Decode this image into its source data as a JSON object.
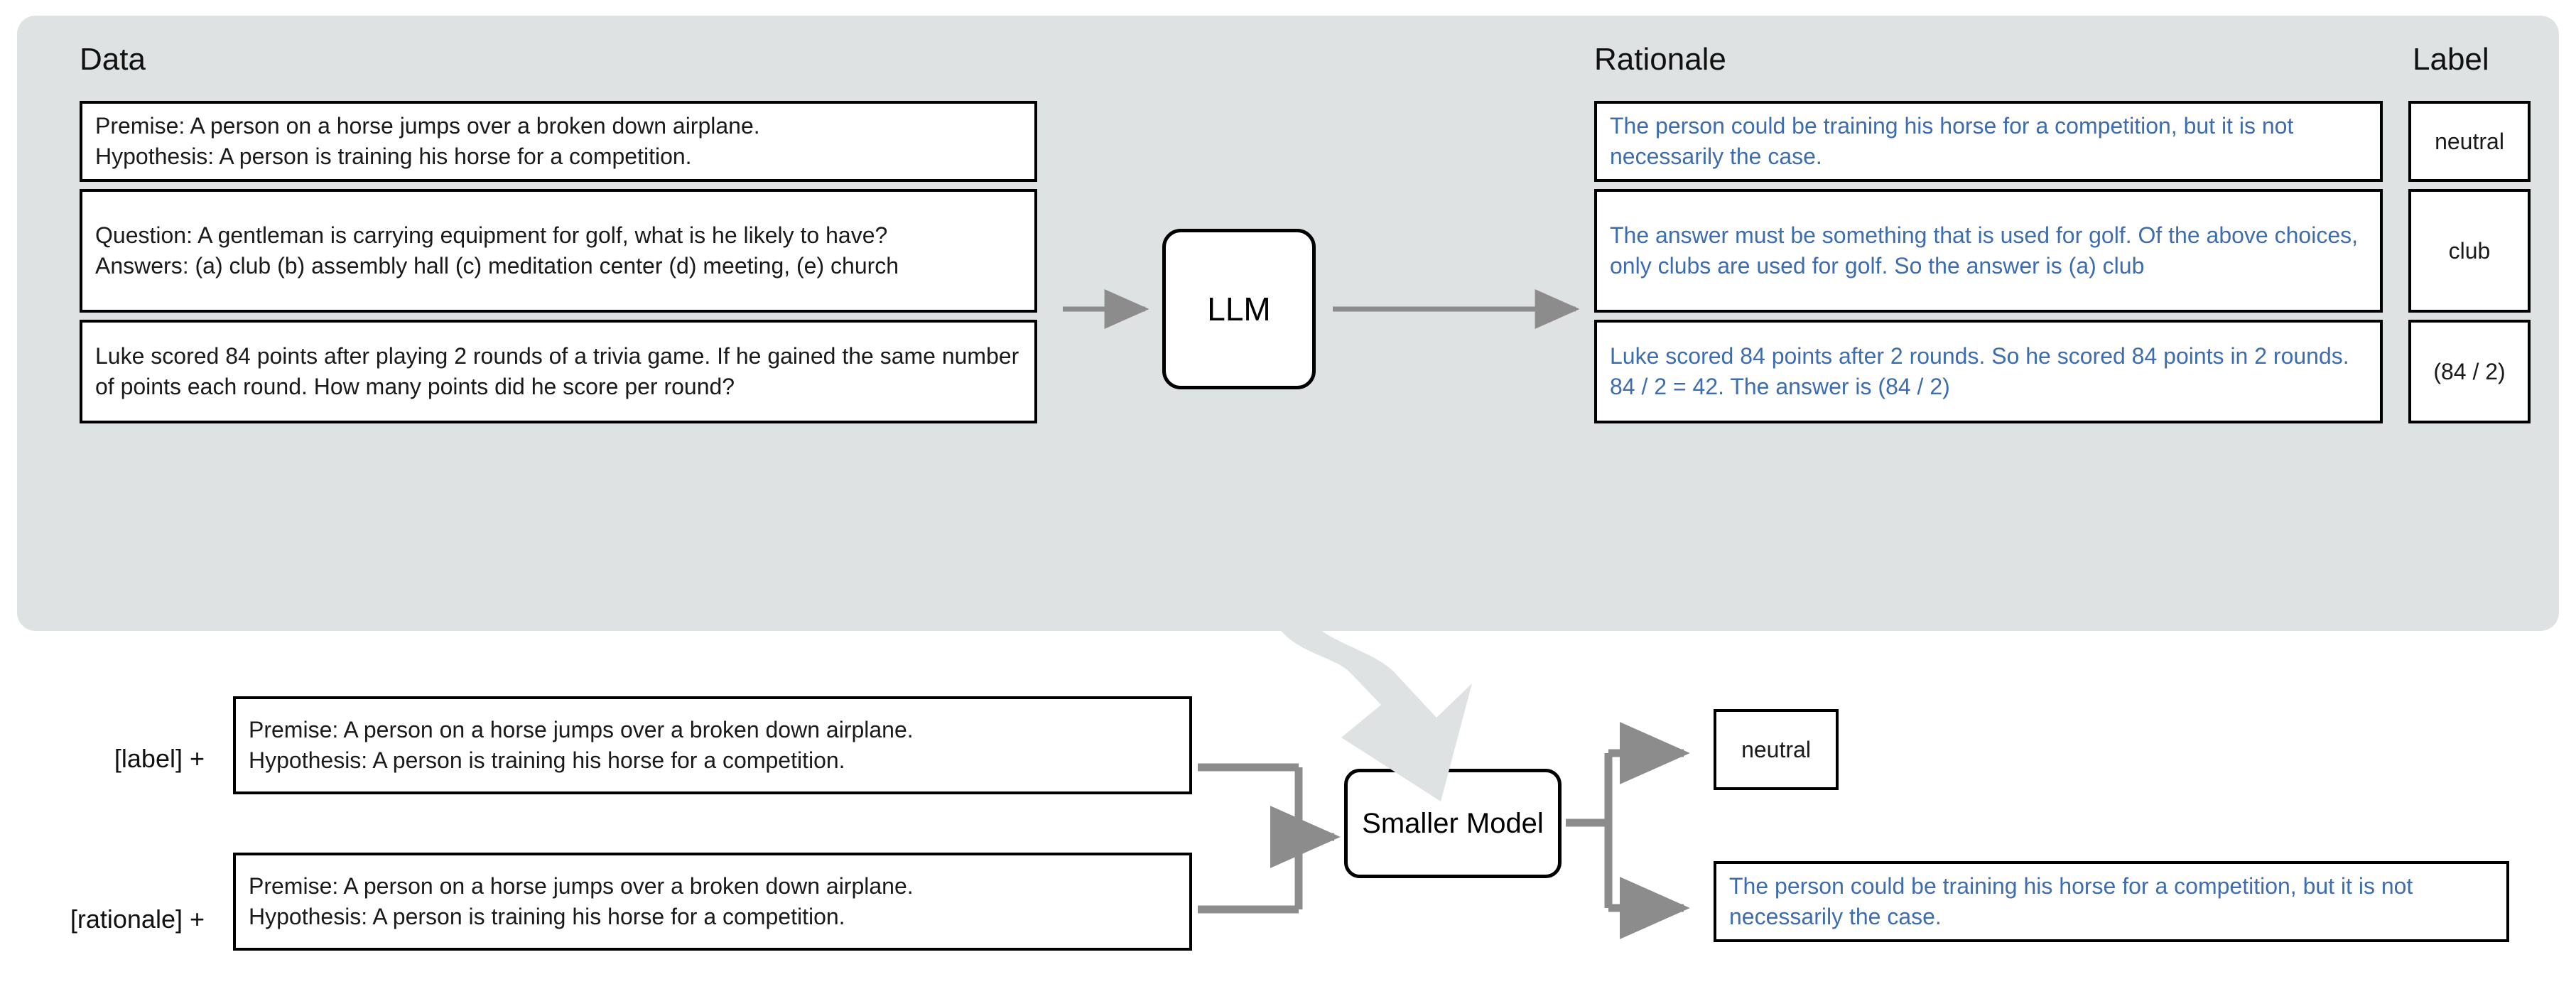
{
  "figure": {
    "top_section": {
      "headings": {
        "data": "Data",
        "rationale": "Rationale",
        "label": "Label"
      },
      "model_label": "LLM",
      "rows": [
        {
          "data_lines": [
            "Premise: A person on a horse jumps over a broken down airplane.",
            "Hypothesis: A person is training his horse for a competition."
          ],
          "rationale": "The person could be training his horse for a competition, but it is not necessarily the case.",
          "label": "neutral"
        },
        {
          "data_lines": [
            "Question: A gentleman is carrying equipment for golf, what is he likely to have?",
            "Answers: (a) club (b) assembly hall (c) meditation center (d) meeting, (e) church"
          ],
          "rationale": "The answer must be something that is used for golf. Of the above choices, only clubs are used for golf. So the answer is (a) club",
          "label": "club"
        },
        {
          "data_lines": [
            "Luke scored 84 points after playing 2 rounds of a trivia game. If he gained the same number of points each round. How many points did he score per round?"
          ],
          "rationale": "Luke scored 84 points after 2 rounds. So he scored 84 points in 2 rounds. 84 / 2 = 42. The answer is (84 / 2)",
          "label": "(84 / 2)"
        }
      ]
    },
    "bottom_section": {
      "model_label": "Smaller Model",
      "inputs": [
        {
          "prefix": "[label] +",
          "lines": [
            "Premise: A person on a horse jumps over a broken down airplane.",
            "Hypothesis: A person is training his horse for a competition."
          ]
        },
        {
          "prefix": "[rationale] +",
          "lines": [
            "Premise: A person on a horse jumps over a broken down airplane.",
            "Hypothesis: A person is training his horse for a competition."
          ]
        }
      ],
      "outputs": [
        {
          "text": "neutral",
          "style": "plain"
        },
        {
          "text": "The person could be training his horse for a competition, but it is not necessarily the case.",
          "style": "blue"
        }
      ]
    },
    "colors": {
      "panel_background": "#dee2e3",
      "rationale_text": "#3d6cb0",
      "connector": "#8c8c8c",
      "big_arrow": "#dee2e3",
      "box_border": "#000000"
    }
  }
}
